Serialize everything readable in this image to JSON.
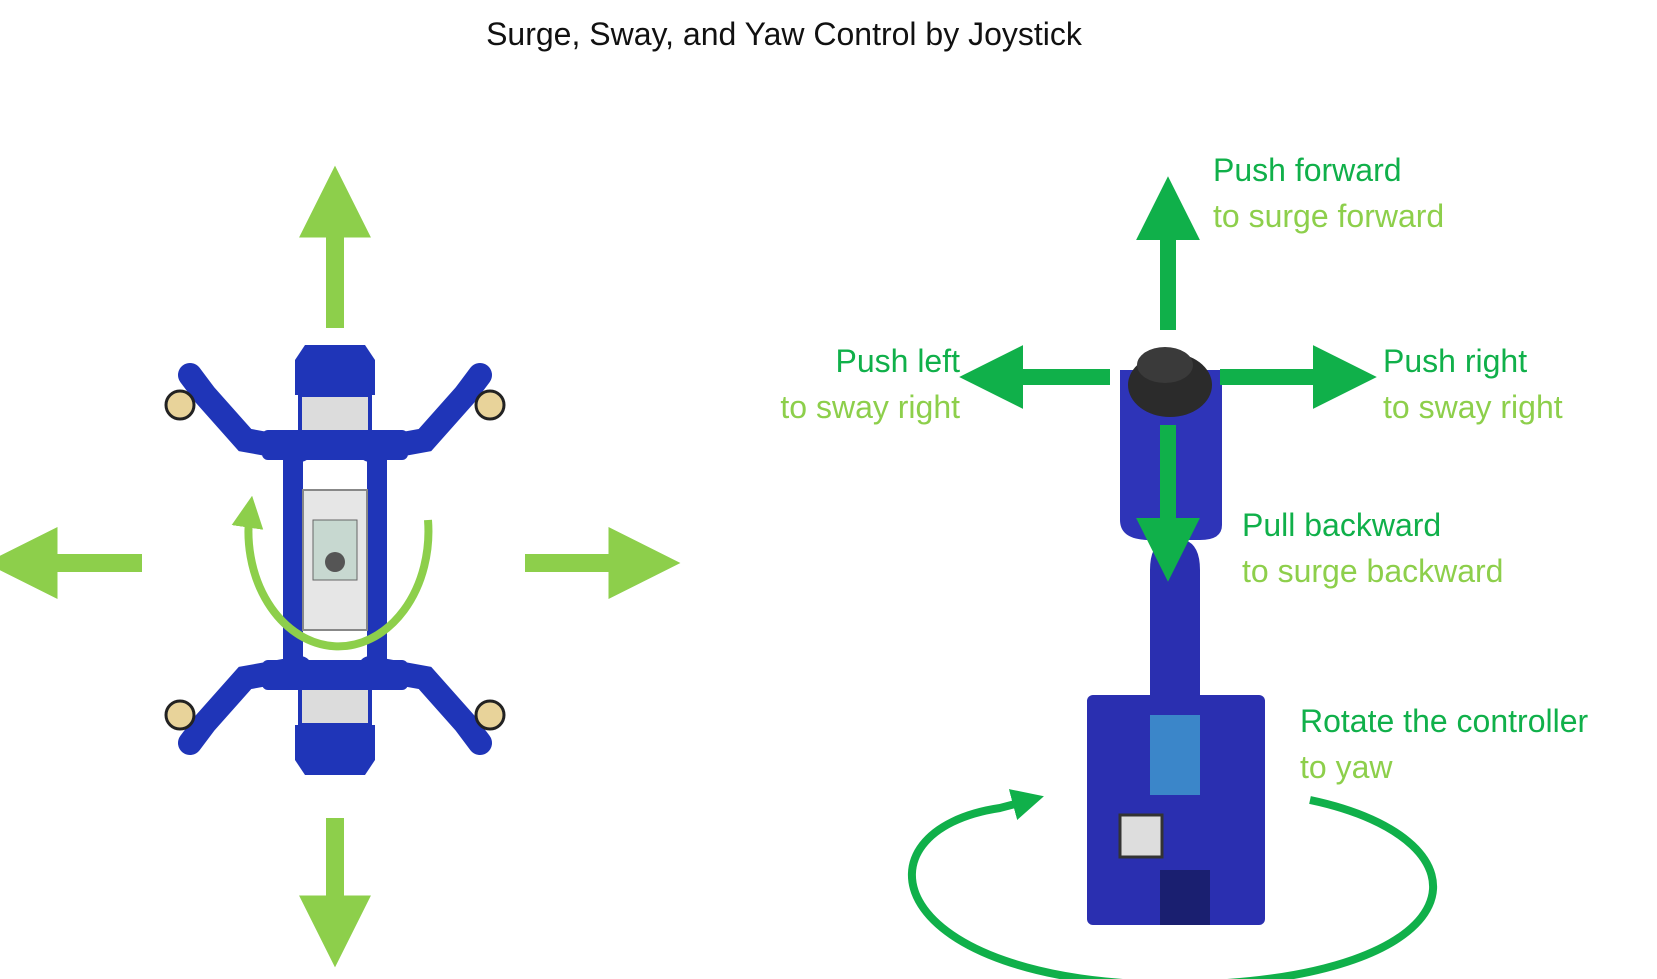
{
  "title": "Surge, Sway, and Yaw Control by Joystick",
  "colors": {
    "primary_green": "#10b04a",
    "secondary_green": "#8dcf4b",
    "robot_blue": "#1f35b8",
    "controller_blue": "#2a2fb0"
  },
  "labels": {
    "forward": {
      "line1": "Push forward",
      "line2": "to surge forward"
    },
    "left": {
      "line1": "Push left",
      "line2": "to sway right"
    },
    "right": {
      "line1": "Push right",
      "line2": "to sway right"
    },
    "backward": {
      "line1": "Pull backward",
      "line2": "to surge backward"
    },
    "rotate": {
      "line1": "Rotate the controller",
      "line2": "to yaw"
    }
  },
  "icons": {
    "robot": "hexapod-robot-top-view",
    "controller": "joystick-controller"
  }
}
